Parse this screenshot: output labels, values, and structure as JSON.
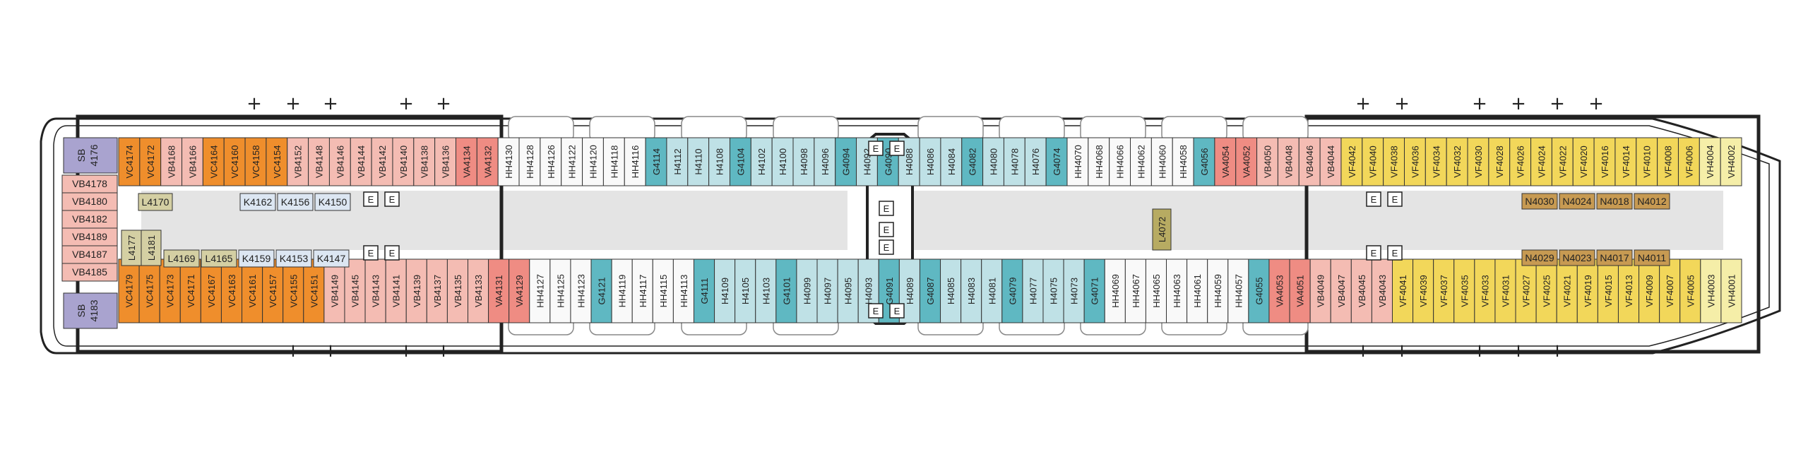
{
  "colors": {
    "VF": "#f2d75a",
    "VH": "#f5eea8",
    "VA": "#ef8c83",
    "VB": "#f4bcb3",
    "VC": "#ef8e2c",
    "SB": "#a9a3cf",
    "HH": "#f9f9f9",
    "G": "#5fb8c2",
    "H": "#bfe1e6",
    "K": "#dce6f2",
    "L": "#d4cfa3",
    "N": "#c79a52",
    "lift": "#b7ab62",
    "hull": "#222222",
    "lifeboat": "#ffffff",
    "corridor": "#e4e4e4"
  },
  "suites": [
    {
      "id": "SB 4176",
      "line1": "SB",
      "line2": "4176"
    },
    {
      "id": "SB 4183",
      "line1": "SB",
      "line2": "4183"
    }
  ],
  "stern_aft_column": [
    "VB4178",
    "VB4180",
    "VB4182",
    "VB4189",
    "VB4187",
    "VB4185"
  ],
  "top_row": [
    "VC4174",
    "VC4172",
    "VB4168",
    "VB4166",
    "VC4164",
    "VC4160",
    "VC4158",
    "VC4154",
    "VB4152",
    "VB4148",
    "VB4146",
    "VB4144",
    "VB4142",
    "VB4140",
    "VB4138",
    "VB4136",
    "VA4134",
    "VA4132",
    "HH4130",
    "HH4128",
    "HH4126",
    "HH4122",
    "HH4120",
    "HH4118",
    "HH4116",
    "G4114",
    "H4112",
    "H4110",
    "H4108",
    "G4104",
    "H4102",
    "H4100",
    "H4098",
    "H4096",
    "G4094",
    "H4092",
    "G4090",
    "H4088",
    "H4086",
    "H4084",
    "G4082",
    "H4080",
    "H4078",
    "H4076",
    "G4074",
    "HH4070",
    "HH4068",
    "HH4066",
    "HH4062",
    "HH4060",
    "HH4058",
    "G4056",
    "VA4054",
    "VA4052",
    "VB4050",
    "VB4048",
    "VB4046",
    "VB4044",
    "VF4042",
    "VF4040",
    "VF4038",
    "VF4036",
    "VF4034",
    "VF4032",
    "VF4030",
    "VF4028",
    "VF4026",
    "VF4024",
    "VF4022",
    "VF4020",
    "VF4016",
    "VF4014",
    "VF4010",
    "VF4008",
    "VF4006",
    "VH4004",
    "VH4002"
  ],
  "bottom_row": [
    "VC4179",
    "VC4175",
    "VC4173",
    "VC4171",
    "VC4167",
    "VC4163",
    "VC4161",
    "VC4157",
    "VC4155",
    "VC4151",
    "VB4149",
    "VB4145",
    "VB4143",
    "VB4141",
    "VB4139",
    "VB4137",
    "VB4135",
    "VB4133",
    "VA4131",
    "VA4129",
    "HH4127",
    "HH4125",
    "HH4123",
    "G4121",
    "HH4119",
    "HH4117",
    "HH4115",
    "HH4113",
    "G4111",
    "H4109",
    "H4105",
    "H4103",
    "G4101",
    "H4099",
    "H4097",
    "H4095",
    "H4093",
    "G4091",
    "H4089",
    "G4087",
    "H4085",
    "H4083",
    "H4081",
    "G4079",
    "H4077",
    "H4075",
    "H4073",
    "G4071",
    "HH4069",
    "HH4067",
    "HH4065",
    "HH4063",
    "HH4061",
    "HH4059",
    "HH4057",
    "G4055",
    "VA4053",
    "VA4051",
    "VB4049",
    "VB4047",
    "VB4045",
    "VB4043",
    "VF4041",
    "VF4039",
    "VF4037",
    "VF4035",
    "VF4033",
    "VF4031",
    "VF4027",
    "VF4025",
    "VF4021",
    "VF4019",
    "VF4015",
    "VF4013",
    "VF4009",
    "VF4007",
    "VF4005",
    "VH4003",
    "VH4001"
  ],
  "inner_aft": {
    "row1": [
      "L4170"
    ],
    "row2": [
      "K4162",
      "K4156",
      "K4150"
    ],
    "row3": [
      "L4177",
      "L4181",
      "L4169",
      "L4165",
      "K4159",
      "K4153",
      "K4147"
    ]
  },
  "inner_fwd": {
    "row1": [
      "N4030",
      "N4024",
      "N4018",
      "N4012"
    ],
    "row2": [
      "N4029",
      "N4023",
      "N4017",
      "N4011"
    ]
  },
  "lift_label": "L4072",
  "stair_label": "E"
}
